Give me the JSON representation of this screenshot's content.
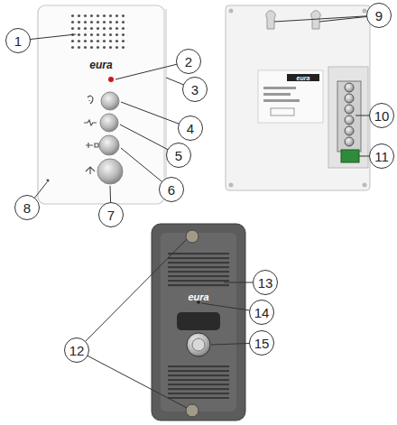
{
  "diagram": {
    "nodes": [
      {
        "text": [
          "1"
        ]
      },
      {
        "text": [
          "2"
        ]
      },
      {
        "text": [
          "3"
        ]
      },
      {
        "text": [
          "4"
        ]
      },
      {
        "text": [
          "5"
        ]
      },
      {
        "text": [
          "6"
        ]
      },
      {
        "text": [
          "7"
        ]
      },
      {
        "text": [
          "8"
        ]
      },
      {
        "text": [
          "9"
        ]
      },
      {
        "text": [
          "10"
        ]
      },
      {
        "text": [
          "11"
        ]
      },
      {
        "text": [
          "12"
        ]
      },
      {
        "text": [
          "13"
        ]
      },
      {
        "text": [
          "14"
        ]
      },
      {
        "text": [
          "15"
        ]
      }
    ],
    "labels": [
      "eura",
      "eura",
      "eura"
    ]
  }
}
